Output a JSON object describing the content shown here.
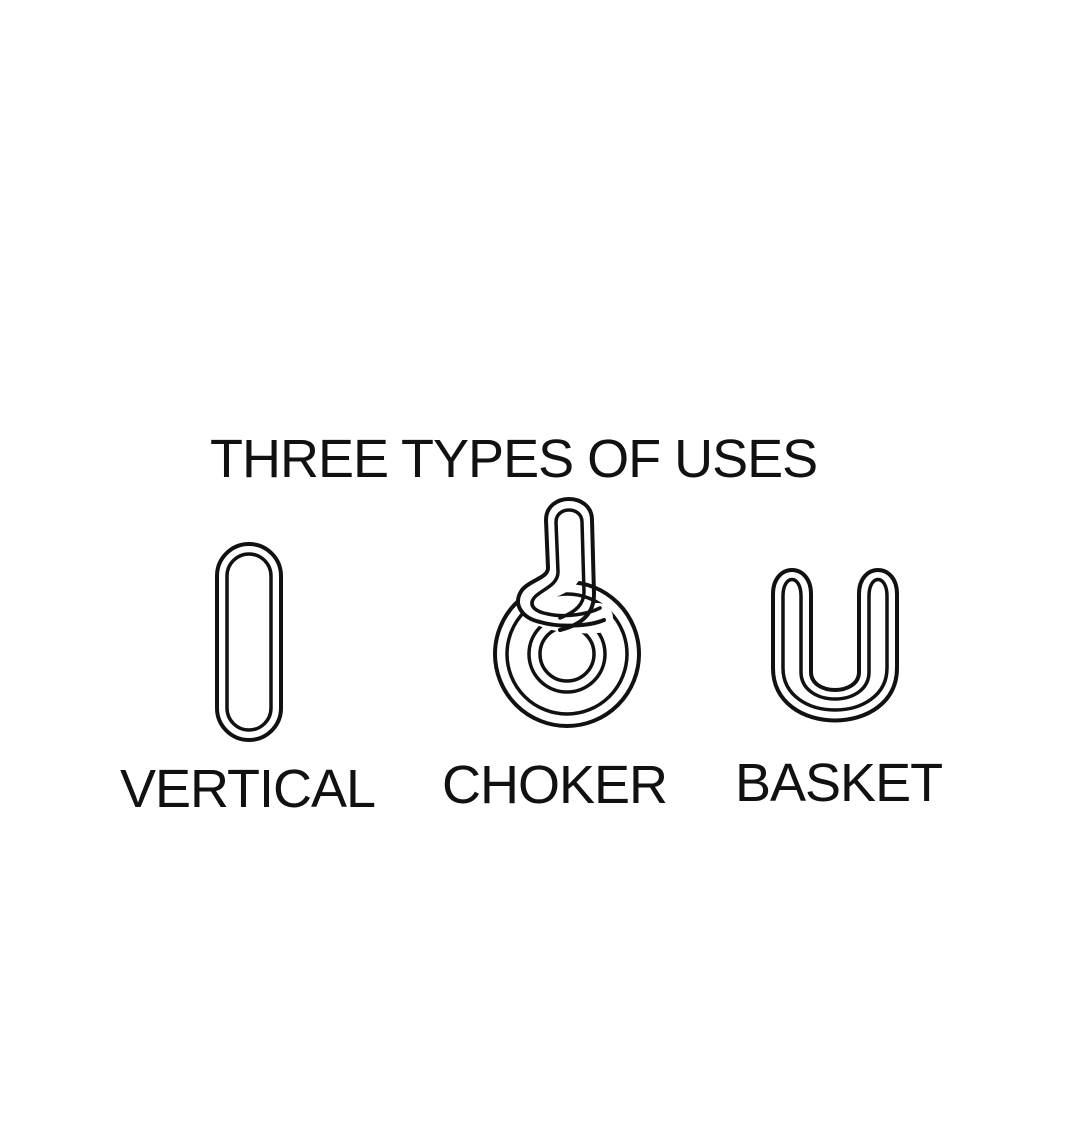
{
  "title": "THREE TYPES OF USES",
  "hitches": [
    {
      "label": "VERTICAL",
      "icon": "vertical-sling-icon"
    },
    {
      "label": "CHOKER",
      "icon": "choker-sling-icon"
    },
    {
      "label": "BASKET",
      "icon": "basket-sling-icon"
    }
  ],
  "colors": {
    "line": "#111111",
    "background": "#ffffff"
  }
}
